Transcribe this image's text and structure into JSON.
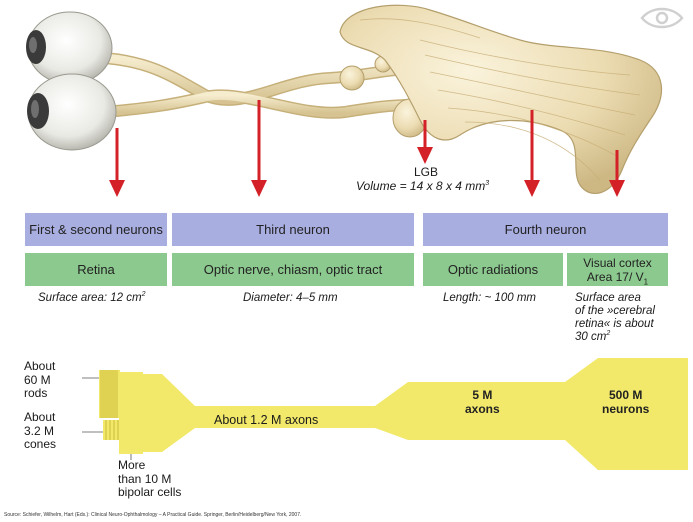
{
  "lgb": {
    "label": "LGB",
    "volume_prefix": "Volume = 14 x 8 x 4 mm",
    "volume_exp": "3"
  },
  "headers": {
    "first_second": "First & second neurons",
    "third": "Third neuron",
    "fourth": "Fourth neuron"
  },
  "structures": {
    "retina": "Retina",
    "optic_path": "Optic nerve, chiasm, optic tract",
    "optic_radiations": "Optic radiations",
    "visual_cortex_line1": "Visual cortex",
    "visual_cortex_line2": "Area 17/ V",
    "visual_cortex_sub": "1"
  },
  "measurements": {
    "surface_area": "Surface area: 12 cm",
    "surface_area_exp": "2",
    "diameter": "Diameter: 4–5 mm",
    "length": "Length: ~ 100 mm",
    "cortex_area_line1": "Surface area",
    "cortex_area_line2": "of the »cerebral",
    "cortex_area_line3": "retina« is about",
    "cortex_area_line4": "30 cm",
    "cortex_area_exp": "2"
  },
  "flow": {
    "rods_line1": "About",
    "rods_line2": "60 M",
    "rods_line3": "rods",
    "cones_line1": "About",
    "cones_line2": "3.2 M",
    "cones_line3": "cones",
    "bipolar_line1": "More",
    "bipolar_line2": "than 10 M",
    "bipolar_line3": "bipolar cells",
    "axons_label": "About 1.2 M axons",
    "lgb_line1": "5 M",
    "lgb_line2": "axons",
    "cortex_line1": "500 M",
    "cortex_line2": "neurons"
  },
  "source": "Source: Schiefer, Wilhelm, Hart (Eds.): Clinical Neuro-Ophthalmology – A Practical Guide. Springer, Berlin/Heidelberg/New York, 2007.",
  "colors": {
    "neuron_header": "#a9aee1",
    "structure_box": "#8cc98e",
    "pathway_fill": "#f2e96a",
    "arrow": "#d42027",
    "tissue": "#ede2bf"
  },
  "icons": [
    "eye-logo-icon"
  ]
}
